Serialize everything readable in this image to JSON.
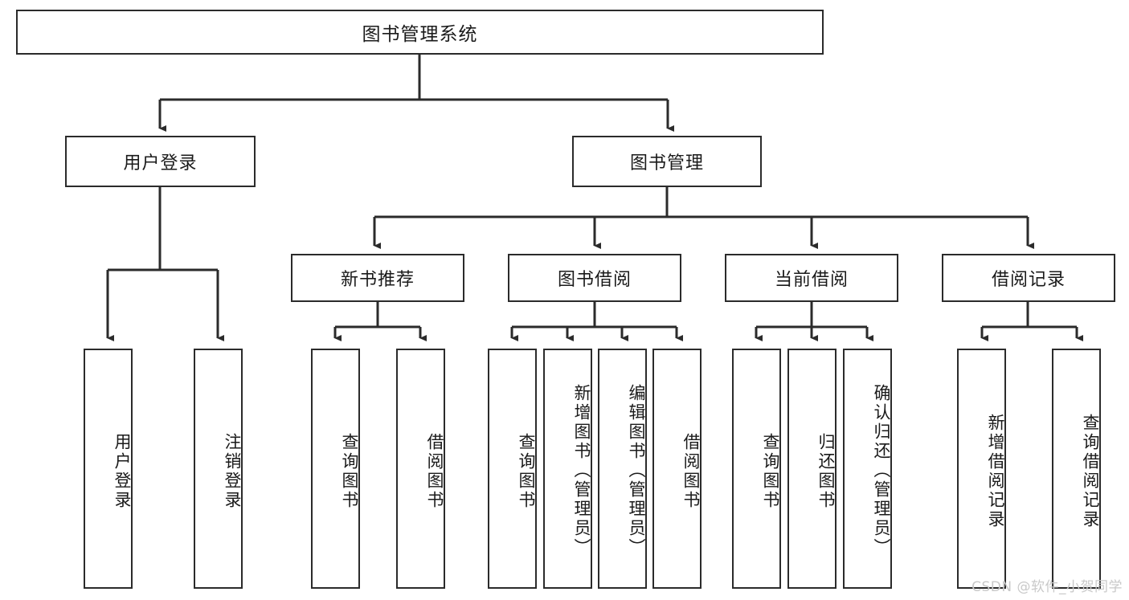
{
  "diagram": {
    "type": "tree-hierarchy",
    "title": "图书管理系统",
    "watermark": "CSDN @软件_小贺同学",
    "colors": {
      "border": "#2b2b2b",
      "background": "#ffffff",
      "text": "#1a1a1a",
      "watermark": "#c9c9c9"
    },
    "levels": {
      "root": {
        "label": "图书管理系统"
      },
      "level2": [
        {
          "id": "user-login",
          "label": "用户登录"
        },
        {
          "id": "book-manage",
          "label": "图书管理"
        }
      ],
      "level3": [
        {
          "id": "new-book-recommend",
          "label": "新书推荐",
          "parent": "book-manage"
        },
        {
          "id": "book-borrow",
          "label": "图书借阅",
          "parent": "book-manage"
        },
        {
          "id": "current-borrow",
          "label": "当前借阅",
          "parent": "book-manage"
        },
        {
          "id": "borrow-record",
          "label": "借阅记录",
          "parent": "book-manage"
        }
      ],
      "leaves": [
        {
          "id": "leaf-user-login",
          "label": "用户登录",
          "parent": "user-login"
        },
        {
          "id": "leaf-logout-login",
          "label": "注销登录",
          "parent": "user-login"
        },
        {
          "id": "leaf-query-book-1",
          "label": "查询图书",
          "parent": "new-book-recommend"
        },
        {
          "id": "leaf-borrow-book-1",
          "label": "借阅图书",
          "parent": "new-book-recommend"
        },
        {
          "id": "leaf-query-book-2",
          "label": "查询图书",
          "parent": "book-borrow"
        },
        {
          "id": "leaf-add-book",
          "label": "新增图书（管理员）",
          "parent": "book-borrow"
        },
        {
          "id": "leaf-edit-book",
          "label": "编辑图书（管理员）",
          "parent": "book-borrow"
        },
        {
          "id": "leaf-borrow-book-2",
          "label": "借阅图书",
          "parent": "book-borrow"
        },
        {
          "id": "leaf-query-book-3",
          "label": "查询图书",
          "parent": "current-borrow"
        },
        {
          "id": "leaf-return-book",
          "label": "归还图书",
          "parent": "current-borrow"
        },
        {
          "id": "leaf-confirm-return",
          "label": "确认归还（管理员）",
          "parent": "current-borrow"
        },
        {
          "id": "leaf-add-record",
          "label": "新增借阅记录",
          "parent": "borrow-record"
        },
        {
          "id": "leaf-query-record",
          "label": "查询借阅记录",
          "parent": "borrow-record"
        }
      ]
    }
  }
}
